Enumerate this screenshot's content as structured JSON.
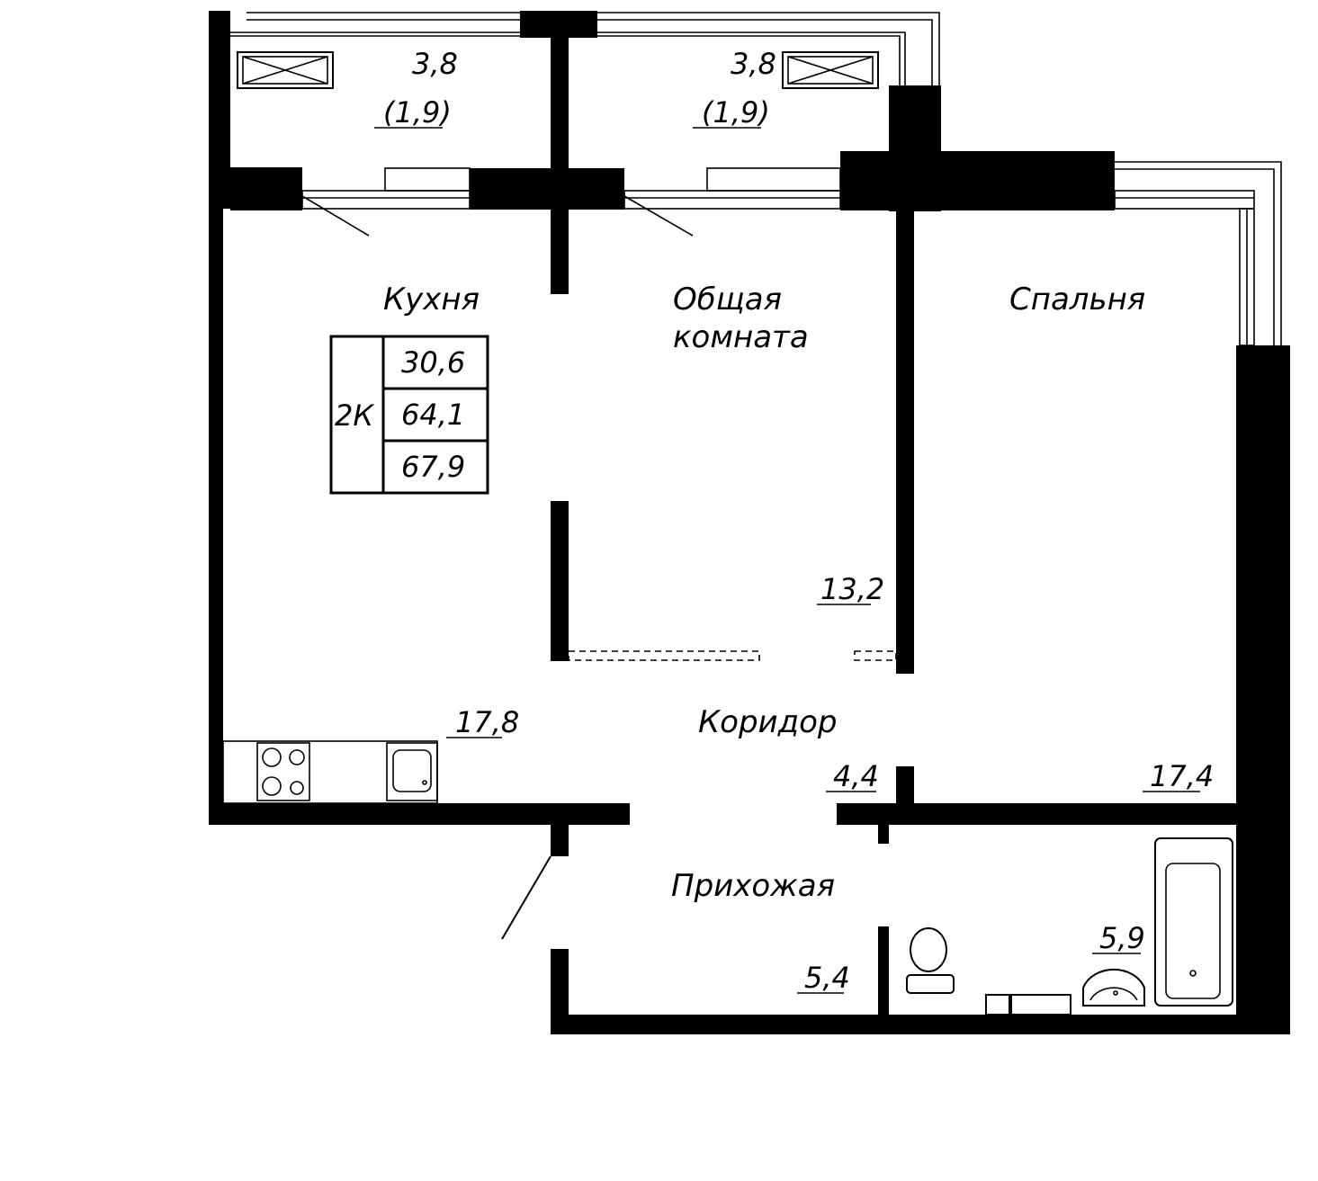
{
  "rooms": {
    "kitchen": {
      "name": "Кухня",
      "area": "17,8"
    },
    "living": {
      "name_line1": "Общая",
      "name_line2": "комната",
      "area": "13,2"
    },
    "bedroom": {
      "name": "Спальня",
      "area": "17,4"
    },
    "corridor": {
      "name": "Коридор",
      "area": "4,4"
    },
    "hallway": {
      "name": "Прихожая",
      "area": "5,4"
    },
    "bathroom": {
      "area": "5,9"
    },
    "balcony_left": {
      "area": "3,8",
      "reduced": "(1,9)"
    },
    "balcony_right": {
      "area": "3,8",
      "reduced": "(1,9)"
    }
  },
  "summary": {
    "type": "2К",
    "living_area": "30,6",
    "total_area": "64,1",
    "total_with_balcony": "67,9"
  }
}
